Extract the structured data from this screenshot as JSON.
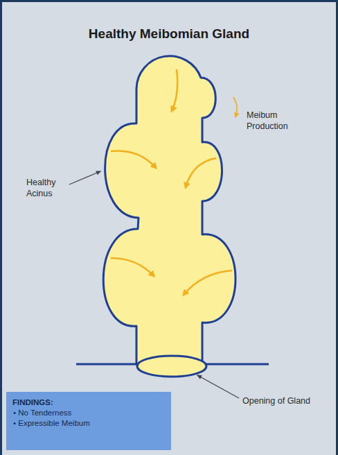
{
  "diagram": {
    "title": "Healthy Meibomian Gland",
    "nodes": [
      {
        "text": [
          "FINDINGS:",
          "• No Tenderness",
          "• Expressible Meibum"
        ]
      }
    ],
    "labels": [
      "Healthy Acinus",
      "Opening of Gland"
    ],
    "legend": [
      {
        "text": "Meibum Production"
      }
    ]
  }
}
